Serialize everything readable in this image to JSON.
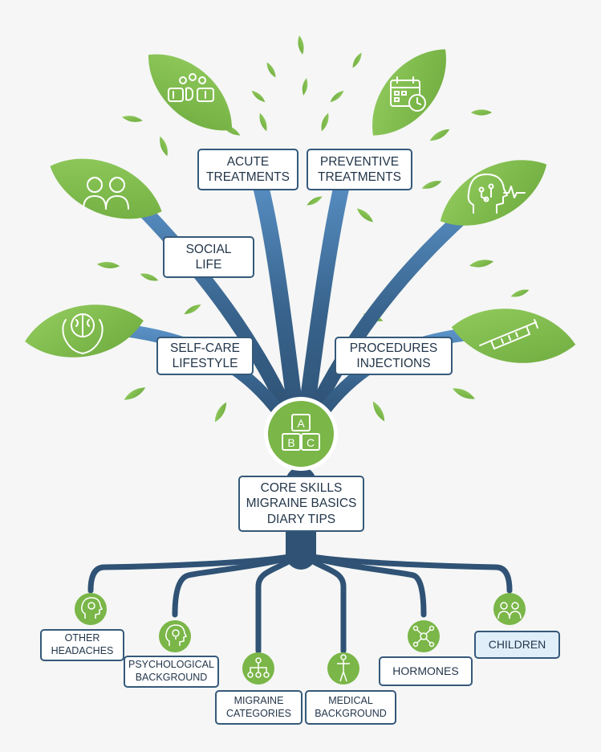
{
  "colors": {
    "leaf": "#7ab648",
    "leaf_light": "#8dc75a",
    "trunk_dark": "#2f5275",
    "trunk_light": "#5b93c9",
    "label_border": "#35597a",
    "label_text": "#23364a",
    "highlight_fill": "#e0eefa"
  },
  "center": {
    "icon": "abc-blocks-icon",
    "letters": [
      "A",
      "B",
      "C"
    ],
    "lines": [
      "CORE SKILLS",
      "MIGRAINE BASICS",
      "DIARY TIPS"
    ]
  },
  "branches": [
    {
      "id": "acute",
      "icon": "pills-icon",
      "lines": [
        "ACUTE",
        "TREATMENTS"
      ]
    },
    {
      "id": "preventive",
      "icon": "calendar-clock-icon",
      "lines": [
        "PREVENTIVE",
        "TREATMENTS"
      ]
    },
    {
      "id": "social",
      "icon": "people-icon",
      "lines": [
        "SOCIAL",
        "LIFE"
      ]
    },
    {
      "id": "selfcare",
      "icon": "brain-hands-icon",
      "lines": [
        "SELF-CARE",
        "LIFESTYLE"
      ]
    },
    {
      "id": "procedures",
      "icon": "head-circuit-icon",
      "lines": [
        "PROCEDURES",
        "INJECTIONS"
      ]
    },
    {
      "id": "injection",
      "icon": "syringe-icon",
      "lines": []
    }
  ],
  "roots": [
    {
      "id": "other",
      "icon": "head-brain-icon",
      "lines": [
        "OTHER",
        "HEADACHES"
      ]
    },
    {
      "id": "psych",
      "icon": "head-bulb-icon",
      "lines": [
        "PSYCHOLOGICAL",
        "BACKGROUND"
      ]
    },
    {
      "id": "categories",
      "icon": "hierarchy-icon",
      "lines": [
        "MIGRAINE",
        "CATEGORIES"
      ]
    },
    {
      "id": "medical",
      "icon": "human-body-icon",
      "lines": [
        "MEDICAL",
        "BACKGROUND"
      ]
    },
    {
      "id": "hormones",
      "icon": "molecule-icon",
      "lines": [
        "HORMONES"
      ]
    },
    {
      "id": "children",
      "icon": "children-icon",
      "lines": [
        "CHILDREN"
      ],
      "highlighted": true
    }
  ]
}
